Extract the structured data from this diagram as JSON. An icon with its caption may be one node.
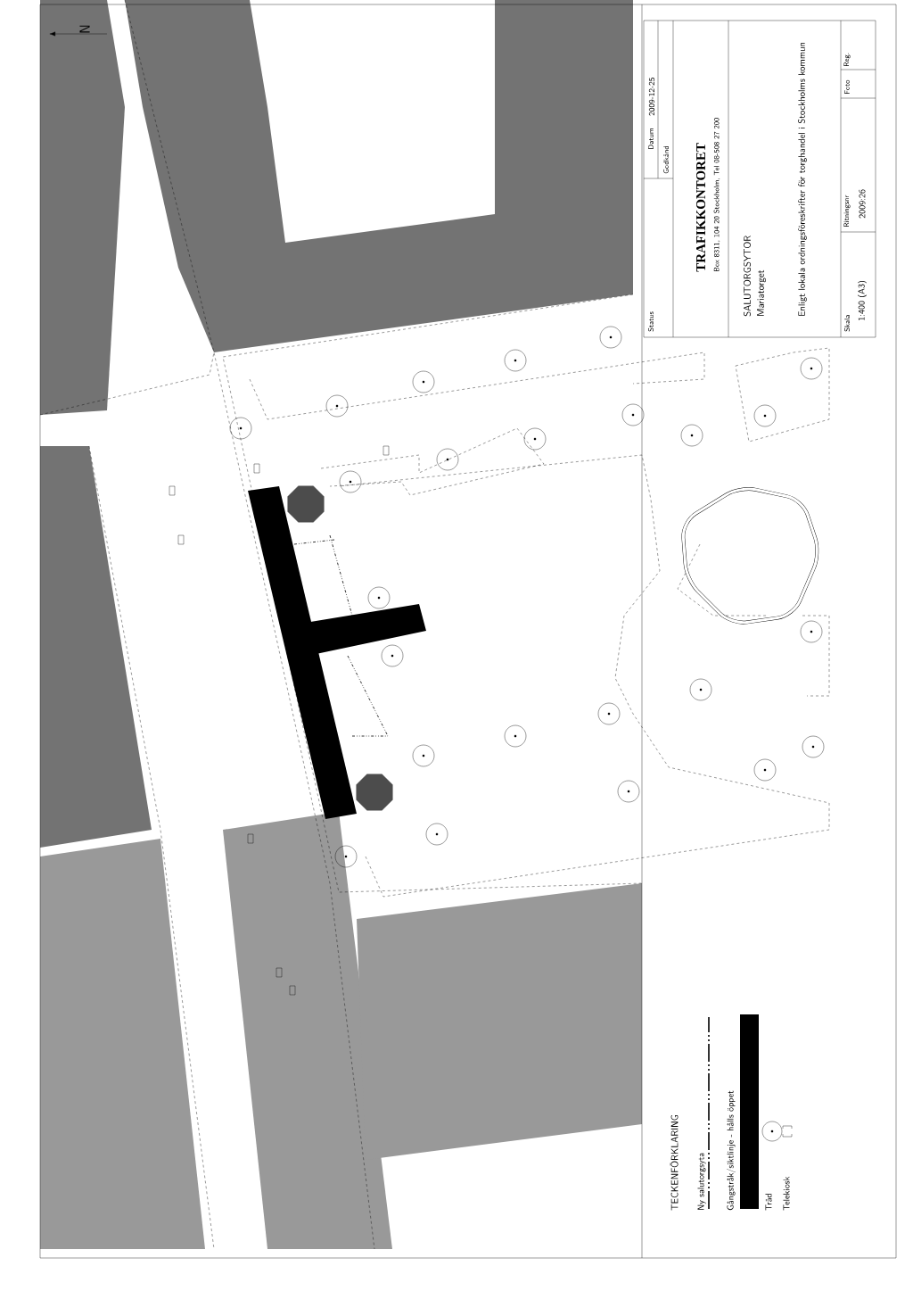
{
  "diagram": {
    "labels": [
      "N",
      "Status",
      "Datum",
      "2009-12-25",
      "Godkänd",
      "TRAFIKKONTORET",
      "Box 8311, 104 20 Stockholm, Tel 08-508 27 200",
      "SALUTORGSYTOR",
      "Mariatorget",
      "Enligt lokala ordningsföreskrifter för torghandel i Stockholms kommun",
      "Skala",
      "1:400 (A3)",
      "Ritningsnr",
      "2009:26",
      "Foto",
      "Reg.",
      "TECKENFÖRKLARING"
    ],
    "legend": [
      {
        "text": "Ny salutorgsyta"
      },
      {
        "text": "Gångstråk/siktlinje - hålls öppet",
        "color": "#000000"
      },
      {
        "text": "Träd"
      },
      {
        "text": "Telekiosk"
      }
    ]
  }
}
